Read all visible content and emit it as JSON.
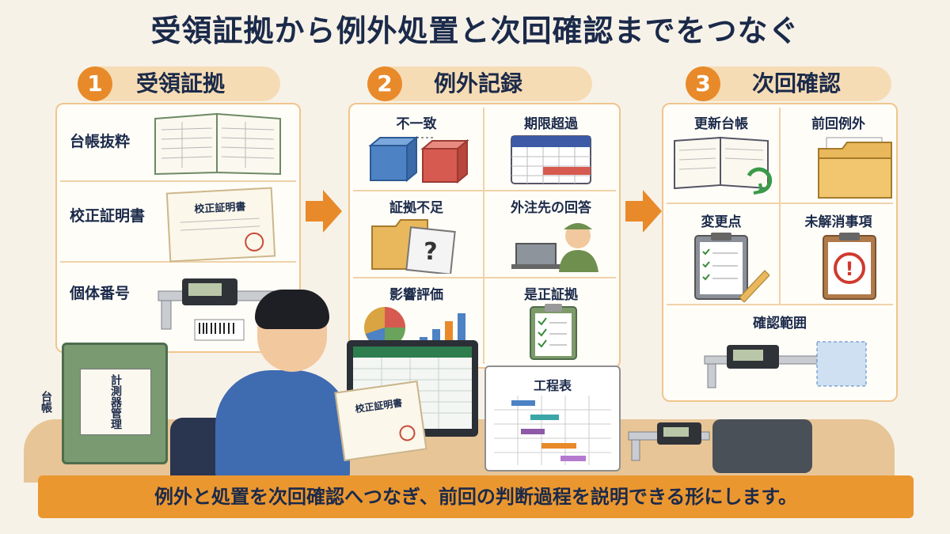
{
  "title": "受領証拠から例外処置と次回確認までをつなぐ",
  "steps": [
    {
      "number": "1",
      "label": "受領証拠"
    },
    {
      "number": "2",
      "label": "例外記録"
    },
    {
      "number": "3",
      "label": "次回確認"
    }
  ],
  "step1": {
    "rows": [
      "台帳抜粋",
      "校正証明書",
      "個体番号"
    ],
    "cert_text": "校正証明書"
  },
  "step2": {
    "cells": [
      "不一致",
      "期限超過",
      "証拠不足",
      "外注先の回答",
      "影響評価",
      "是正証拠"
    ]
  },
  "step3": {
    "cells": [
      "更新台帳",
      "前回例外",
      "変更点",
      "未解消事項",
      "確認範囲"
    ]
  },
  "scene": {
    "binder_label": "計測器管理台帳",
    "calendar_title": "工程表",
    "held_cert": "校正証明書"
  },
  "footer": "例外と処置を次回確認へつなぎ、前回の判断過程を説明できる形にします。",
  "colors": {
    "accent": "#eb9730",
    "navy": "#1b2a4a",
    "panel_border": "#f0c58e"
  }
}
